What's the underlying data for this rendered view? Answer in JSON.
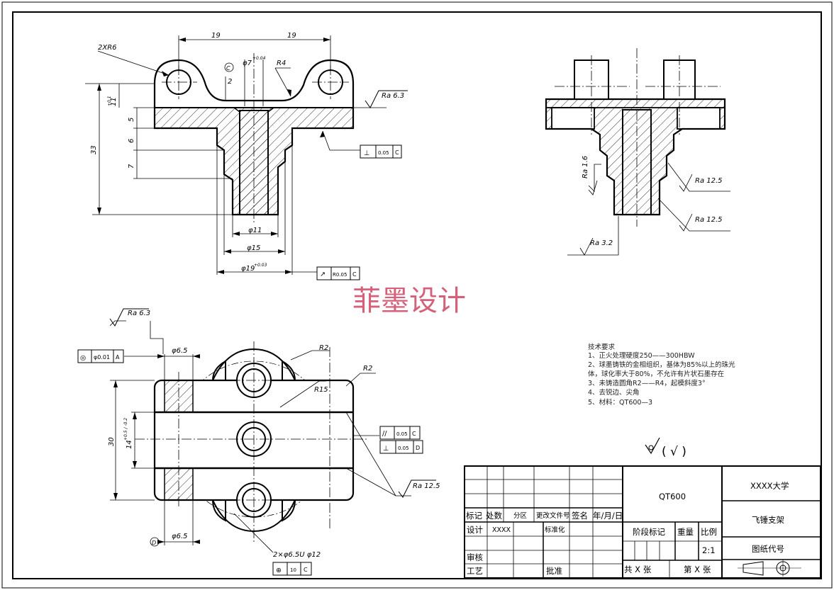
{
  "watermark": "菲墨设计",
  "front_view": {
    "dims": {
      "d19_left": "19",
      "d19_right": "19",
      "r6": "2XR6",
      "r4": "R4",
      "d7": "φ7",
      "d7_tol": "+0.04",
      "depth2": "2",
      "h11": "11",
      "h11_tol": "+0.1",
      "v5": "5",
      "v6": "6",
      "v7": "7",
      "v33": "33",
      "d11": "φ11",
      "d15": "φ15",
      "d19": "φ19",
      "d19_tol": "+0.03",
      "d19_tol2": "+0.03"
    },
    "roughness": "Ra 6.3",
    "perp_fcf": {
      "symbol": "⊥",
      "value": "0.05",
      "datum": "C"
    },
    "runout_fcf": {
      "symbol": "↗",
      "value": "R0.05",
      "datum": "C"
    },
    "datum_c": "C"
  },
  "section_view": {
    "roughness": {
      "ra16": "Ra 1.6",
      "ra125a": "Ra 12.5",
      "ra125b": "Ra 12.5",
      "ra32": "Ra 3.2"
    }
  },
  "top_view": {
    "ra63": "Ra 6.3",
    "conc_fcf": {
      "symbol": "◎",
      "value": "φ0.01",
      "datum": "A"
    },
    "d65_top": "φ6.5",
    "d65_bottom": "φ6.5",
    "r2a": "R2",
    "r2b": "R2",
    "r15": "R15",
    "d30": "30",
    "d14": "14",
    "d14_tol": "+0.5 / -0.2",
    "par_fcf": {
      "symbol": "//",
      "value": "0.05",
      "datum": "C"
    },
    "perp_fcf": {
      "symbol": "⊥",
      "value": "0.05",
      "datum": "D"
    },
    "ra125": "Ra 12.5",
    "holes": "2×φ6.5U φ12",
    "pos_fcf": {
      "symbol": "⊕",
      "value": "10",
      "datum": "C"
    },
    "datum_d": "D"
  },
  "tech_req": {
    "title": "技术要求",
    "items": [
      "1、正火处理硬度250——300HBW",
      "2、球墨铸铁的金相组织，基体为85%以上的珠光",
      "体，球化率大于80%，不允许有片状石墨存在",
      "3、未铸造圆角R2——R4，起模斜度3°",
      "4、去锐边、尖角",
      "5、材料：QT600—3"
    ]
  },
  "roughness_other": "( √ )",
  "title_block": {
    "material": "QT600",
    "school": "XXXX大学",
    "part_name": "飞锤支架",
    "drawing_code": "图纸代号",
    "header_labels": [
      "标记",
      "处数",
      "分区",
      "更改文件号",
      "签名",
      "年/月/日"
    ],
    "design_label": "设计",
    "designer": "XXXX",
    "std_label": "标准化",
    "stage_label": "阶段标记",
    "weight_label": "重量",
    "scale_label": "比例",
    "scale": "2:1",
    "review_label": "审核",
    "process_label": "工艺",
    "approve_label": "批准",
    "total_sheets": "共 X 张",
    "sheet_no": "第 X 张"
  }
}
